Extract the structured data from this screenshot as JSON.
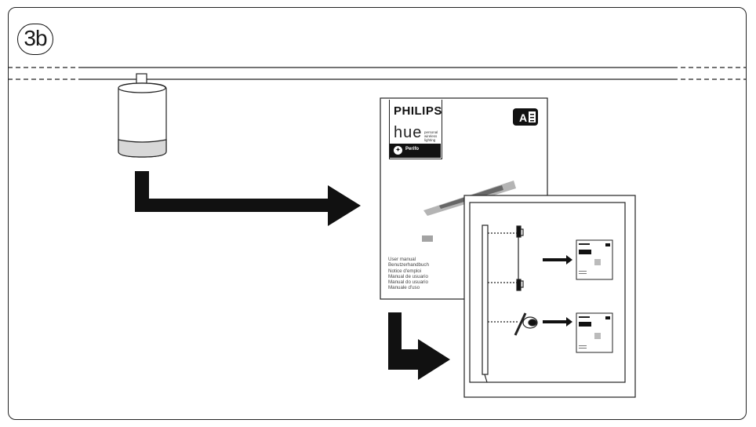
{
  "step": {
    "label": "3b"
  },
  "manual": {
    "brand": "PHILIPS",
    "product_line": "hue",
    "tagline": "personal wireless lighting",
    "product_name": "Perifo",
    "product_icon": "perifo-logo-icon",
    "languages": [
      "User manual",
      "Benutzerhandbuch",
      "Notice d'emploi",
      "Manual de usuario",
      "Manual do usuario",
      "Manuale d'uso"
    ]
  },
  "icons": {
    "cylinder_light": "cylinder-light-icon",
    "arrow_main": "arrow-right-icon",
    "arrow_secondary": "arrow-right-icon",
    "language_badge": "language-badge-icon",
    "mini_manual": "mini-manual-icon"
  },
  "colors": {
    "stroke": "#222222",
    "fill_dark": "#111111",
    "background": "#ffffff"
  }
}
